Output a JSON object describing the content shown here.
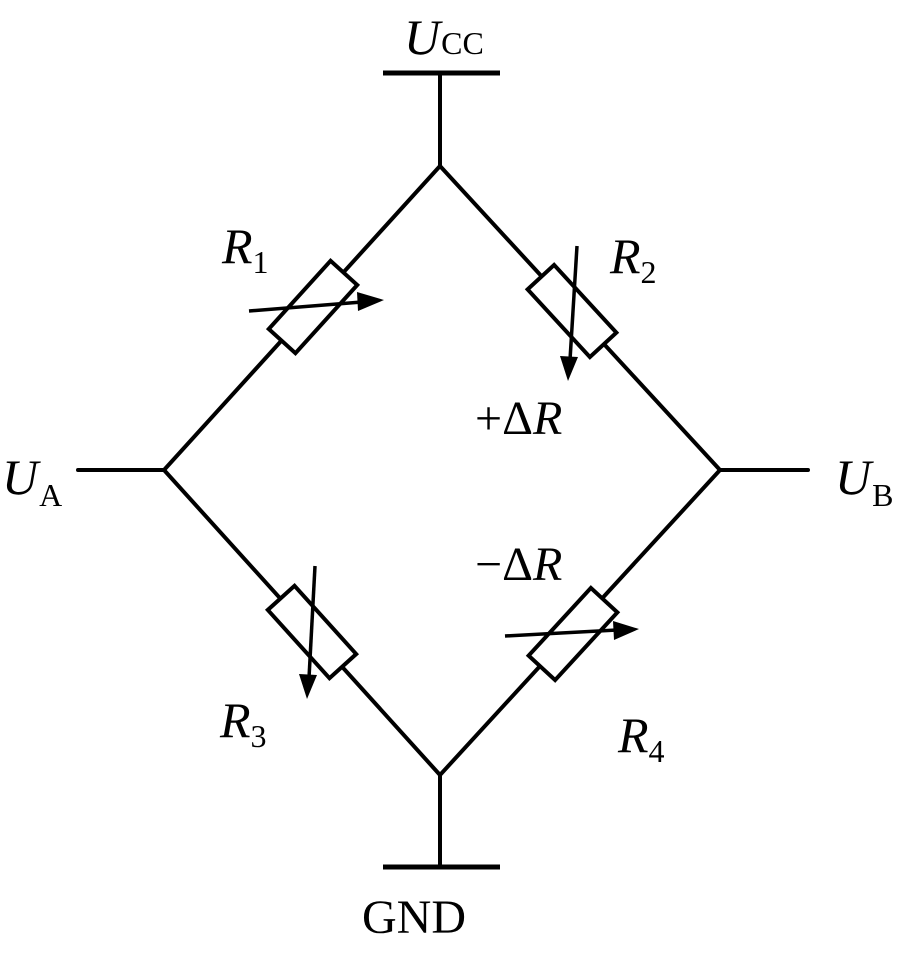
{
  "labels": {
    "top": {
      "main": "U",
      "sub": "CC"
    },
    "left": {
      "main": "U",
      "sub": "A"
    },
    "right": {
      "main": "U",
      "sub": "B"
    },
    "bottom": "GND",
    "r1": {
      "main": "R",
      "sub": "1"
    },
    "r2": {
      "main": "R",
      "sub": "2"
    },
    "r3": {
      "main": "R",
      "sub": "3"
    },
    "r4": {
      "main": "R",
      "sub": "4"
    },
    "plus_delta": {
      "sign": "+Δ",
      "var": "R"
    },
    "minus_delta": {
      "sign": "−Δ",
      "var": "R"
    }
  },
  "colors": {
    "ink": "#000000",
    "background": "#ffffff"
  }
}
